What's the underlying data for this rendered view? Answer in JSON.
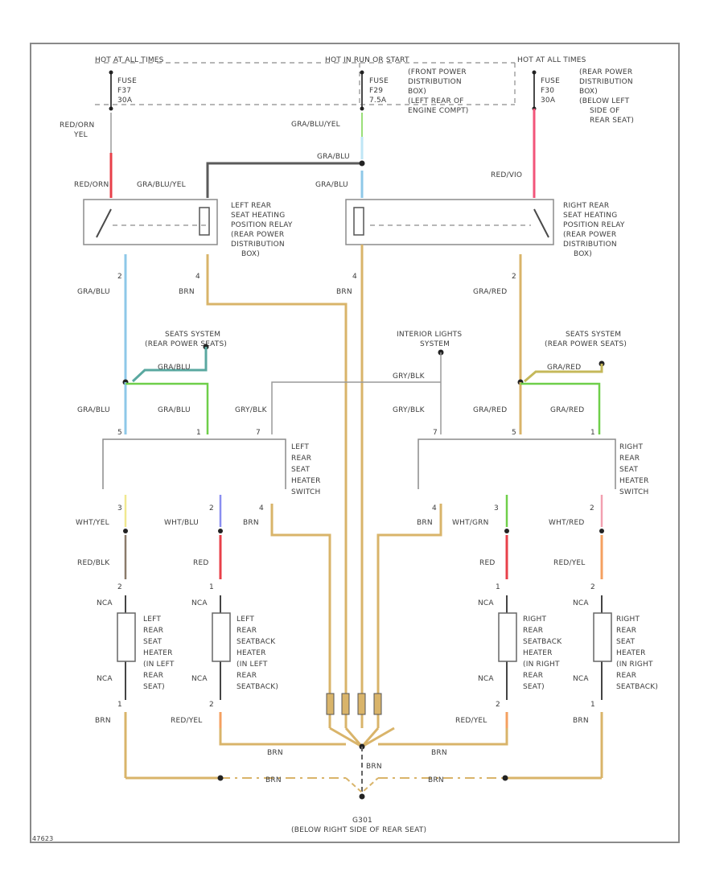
{
  "power": {
    "left": {
      "header": "HOT AT ALL TIMES",
      "fuse": [
        "FUSE",
        "F37",
        "30A"
      ]
    },
    "center": {
      "header": "HOT IN RUN OR START",
      "fuse": [
        "FUSE",
        "F29",
        "7.5A"
      ],
      "location": [
        "(FRONT POWER",
        "DISTRIBUTION",
        "BOX)",
        "(LEFT REAR OF",
        "ENGINE COMPT)"
      ]
    },
    "right": {
      "header": "HOT AT ALL TIMES",
      "fuse": [
        "FUSE",
        "F30",
        "30A"
      ],
      "location": [
        "(REAR POWER",
        "DISTRIBUTION",
        "BOX)",
        "(BELOW LEFT",
        "SIDE OF",
        "REAR SEAT)"
      ]
    }
  },
  "wires": {
    "red_orn_yel": [
      "RED/ORN",
      "YEL"
    ],
    "red_orn": "RED/ORN",
    "gra_blu_yel": "GRA/BLU/YEL",
    "gra_blu_yel_2": "GRA/BLU/YEL",
    "gra_blu": "GRA/BLU",
    "gra_blu_2": "GRA/BLU",
    "red_vio": "RED/VIO",
    "brn": "BRN",
    "gra_red": "GRA/RED",
    "gry_blk": "GRY/BLK",
    "wht_yel": "WHT/YEL",
    "wht_blu": "WHT/BLU",
    "wht_grn": "WHT/GRN",
    "wht_red": "WHT/RED",
    "red_blk": "RED/BLK",
    "red": "RED",
    "red_yel": "RED/YEL",
    "nca": "NCA"
  },
  "relays": {
    "left": [
      "LEFT REAR",
      "SEAT HEATING",
      "POSITION RELAY",
      "(REAR POWER",
      "DISTRIBUTION",
      "BOX)"
    ],
    "right": [
      "RIGHT REAR",
      "SEAT HEATING",
      "POSITION RELAY",
      "(REAR POWER",
      "DISTRIBUTION",
      "BOX)"
    ]
  },
  "systems": {
    "seats_left": [
      "SEATS SYSTEM",
      "(REAR POWER SEATS)"
    ],
    "interior": [
      "INTERIOR LIGHTS",
      "SYSTEM"
    ],
    "seats_right": [
      "SEATS SYSTEM",
      "(REAR POWER SEATS)"
    ]
  },
  "switches": {
    "left": [
      "LEFT",
      "REAR",
      "SEAT",
      "HEATER",
      "SWITCH"
    ],
    "right": [
      "RIGHT",
      "REAR",
      "SEAT",
      "HEATER",
      "SWITCH"
    ]
  },
  "heaters": {
    "h1": [
      "LEFT",
      "REAR",
      "SEAT",
      "HEATER",
      "(IN LEFT",
      "REAR",
      "SEAT)"
    ],
    "h2": [
      "LEFT",
      "REAR",
      "SEATBACK",
      "HEATER",
      "(IN LEFT",
      "REAR",
      "SEATBACK)"
    ],
    "h3": [
      "RIGHT",
      "REAR",
      "SEATBACK",
      "HEATER",
      "(IN RIGHT",
      "REAR",
      "SEAT)"
    ],
    "h4": [
      "RIGHT",
      "REAR",
      "SEAT",
      "HEATER",
      "(IN RIGHT",
      "REAR",
      "SEATBACK)"
    ]
  },
  "ground": {
    "name": "G301",
    "location": "(BELOW RIGHT SIDE OF REAR SEAT)"
  },
  "figure_id": "47623",
  "colors": {
    "red": "#e8404a",
    "pink": "#f2557a",
    "blue": "#8ec8e8",
    "tan": "#d9b46a",
    "green": "#6fcf4a",
    "gray": "#9a9a9a",
    "dark": "#444444",
    "orange": "#f4a060"
  }
}
